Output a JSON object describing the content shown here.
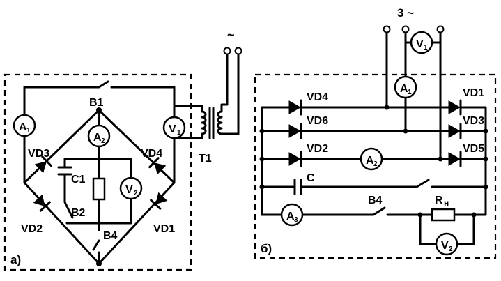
{
  "diagram_a": {
    "label": "а)",
    "switches": {
      "b1": "B1",
      "b2": "B2",
      "b4": "B4"
    },
    "meters": {
      "a1": {
        "main": "A",
        "sub": "1"
      },
      "a2": {
        "main": "A",
        "sub": "2"
      },
      "v1": {
        "main": "V",
        "sub": "1"
      },
      "v2": {
        "main": "V",
        "sub": "2"
      }
    },
    "diodes": {
      "vd1": "VD1",
      "vd2": "VD2",
      "vd3": "VD3",
      "vd4": "VD4"
    },
    "capacitor": "C1",
    "transformer": "T1",
    "ac_symbol": "~"
  },
  "diagram_b": {
    "label": "б)",
    "supply_label": "3 ~",
    "meters": {
      "v1": {
        "main": "V",
        "sub": "1"
      },
      "a1": {
        "main": "A",
        "sub": "1"
      },
      "a2": {
        "main": "A",
        "sub": "2"
      },
      "a3": {
        "main": "A",
        "sub": "3"
      },
      "v2": {
        "main": "V",
        "sub": "2"
      }
    },
    "diodes": {
      "vd1": "VD1",
      "vd2": "VD2",
      "vd3": "VD3",
      "vd4": "VD4",
      "vd5": "VD5",
      "vd6": "VD6"
    },
    "capacitor": "C",
    "switch": "B4",
    "load": {
      "main": "R",
      "sub": "н"
    }
  }
}
